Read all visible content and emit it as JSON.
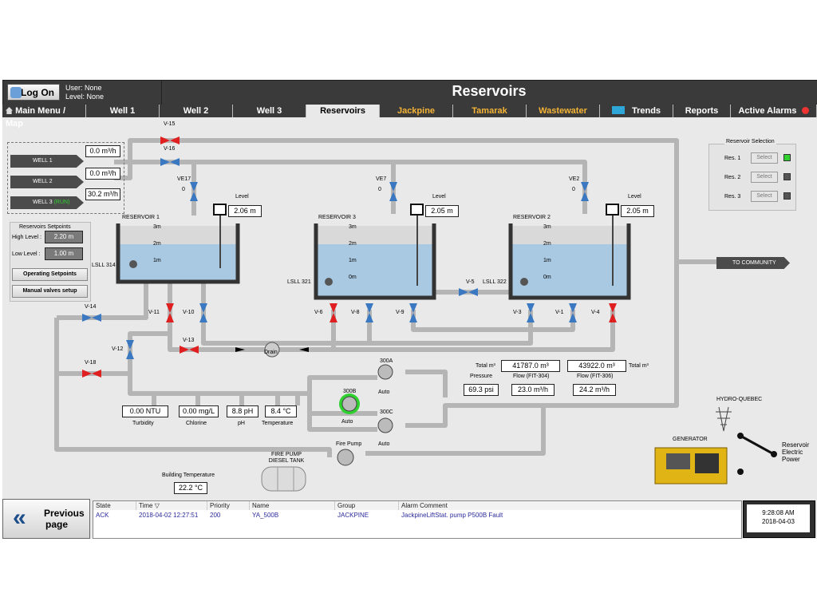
{
  "header": {
    "login_label": "Log On",
    "user_line": "User: None",
    "level_line": "Level: None",
    "title": "Reservoirs"
  },
  "nav": [
    {
      "label": "Main Menu / Map",
      "state": "normal"
    },
    {
      "label": "Well 1",
      "state": "normal"
    },
    {
      "label": "Well 2",
      "state": "normal"
    },
    {
      "label": "Well 3",
      "state": "normal"
    },
    {
      "label": "Reservoirs",
      "state": "active"
    },
    {
      "label": "Jackpine",
      "state": "orange"
    },
    {
      "label": "Tamarak",
      "state": "orange"
    },
    {
      "label": "Wastewater",
      "state": "orange"
    },
    {
      "label": "Trends",
      "state": "normal"
    },
    {
      "label": "Reports",
      "state": "normal"
    },
    {
      "label": "Active Alarms",
      "state": "normal"
    }
  ],
  "wells": [
    {
      "label": "WELL 1",
      "flow": "0.0 m³/h"
    },
    {
      "label": "WELL 2",
      "flow": "0.0 m³/h"
    },
    {
      "label": "WELL 3",
      "status": "(RUN)",
      "flow": "30.2 m³/h"
    }
  ],
  "setpoints": {
    "title": "Reservoirs Setpoints",
    "high_label": "High Level :",
    "high_value": "2.20 m",
    "low_label": "Low Level :",
    "low_value": "1.00 m",
    "op_button": "Operating Setpoints",
    "manual_button": "Manual valves setup"
  },
  "reservoirs": [
    {
      "name": "RESERVOIR 1",
      "lsll": "LSLL 314"
    },
    {
      "name": "RESERVOIR 3",
      "lsll": "LSLL 321",
      "level_label": "Level",
      "level": "2.05 m"
    },
    {
      "name": "RESERVOIR 2",
      "lsll": "LSLL 322",
      "level_label": "Level",
      "level": "2.05 m"
    }
  ],
  "res1_level": {
    "label": "Level",
    "value": "2.06 m"
  },
  "scale": [
    "3m",
    "2m",
    "1m",
    "0m"
  ],
  "valves": {
    "v15": "V-15",
    "v16": "V-16",
    "ve17": "VE17",
    "ve17_val": "0",
    "ve7": "VE7",
    "ve7_val": "0",
    "ve2": "VE2",
    "ve2_val": "0",
    "v14": "V-14",
    "v12": "V-12",
    "v18": "V-18",
    "v13": "V-13",
    "v11": "V-11",
    "v10": "V-10",
    "v6": "V-6",
    "v8": "V-8",
    "v9": "V-9",
    "v5": "V-5",
    "v3": "V-3",
    "v1": "V-1",
    "v4": "V-4"
  },
  "drain_label": "Drain",
  "reservoir_selection": {
    "title": "Reservoir Selection",
    "items": [
      {
        "label": "Res. 1",
        "button": "Select",
        "indicator": "#2fd12f"
      },
      {
        "label": "Res. 2",
        "button": "Select",
        "indicator": "#555555"
      },
      {
        "label": "Res. 3",
        "button": "Select",
        "indicator": "#555555"
      }
    ]
  },
  "to_community": "TO COMMUNITY",
  "totals": {
    "total_label_1": "Total m³",
    "total_value_1": "41787.0 m³",
    "total_value_2": "43922.0 m³",
    "total_label_2": "Total m³",
    "pressure_label": "Pressure",
    "pressure_value": "69.3 psi",
    "flow1_label": "Flow (FIT-304)",
    "flow1_value": "23.0 m³/h",
    "flow2_label": "Flow (FIT-306)",
    "flow2_value": "24.2 m³/h"
  },
  "pumps": [
    {
      "name": "300A",
      "mode": "Auto"
    },
    {
      "name": "300B",
      "mode": "Auto"
    },
    {
      "name": "300C",
      "mode": "Auto"
    },
    {
      "name": "Fire Pump",
      "mode": ""
    }
  ],
  "analyzers": [
    {
      "value": "0.00 NTU",
      "label": "Turbidity"
    },
    {
      "value": "0.00 mg/L",
      "label": "Chlorine"
    },
    {
      "value": "8.8 pH",
      "label": "pH"
    },
    {
      "value": "8.4 °C",
      "label": "Temperature"
    }
  ],
  "diesel_tank": "FIRE PUMP DIESEL TANK",
  "building_temp": {
    "label": "Building Temperature",
    "value": "22.2 °C"
  },
  "hydro_label": "HYDRO-QUEBEC",
  "generator_label": "GENERATOR",
  "power_label": "Reservoir Electric Power",
  "prev": {
    "line1": "Previous",
    "line2": "page"
  },
  "alarms": {
    "columns": [
      "State",
      "Time ▽",
      "Priority",
      "Name",
      "Group",
      "Alarm Comment"
    ],
    "rows": [
      [
        "ACK",
        "2018-04-02 12:27:51",
        "200",
        "YA_500B",
        "JACKPINE",
        "JackpineLiftStat. pump P500B Fault"
      ]
    ]
  },
  "clock": {
    "time": "9:28:08 AM",
    "date": "2018-04-03"
  },
  "colors": {
    "water": "#a9c9e3",
    "valve_open": "#3a78c2",
    "valve_closed": "#e02020",
    "pipe": "#b5b5b5"
  }
}
